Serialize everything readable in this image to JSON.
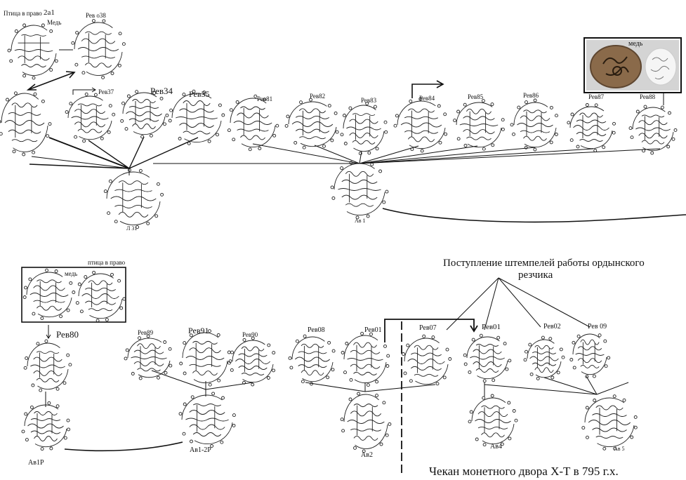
{
  "top_left": {
    "label_bird": "Птица в право",
    "label_2a1": "2а1",
    "label_copper": "Медь",
    "label_rev038": "Рев о38"
  },
  "top_reverses": {
    "rev37": "Рев37",
    "rev34": "Рев34",
    "rev35": "Рев35",
    "rev81": "Рев81",
    "rev82": "Рев82",
    "rev83": "Рев83",
    "rev84": "Рев84",
    "rev85": "Рев85",
    "rev86": "Рев86",
    "rev87": "Рев87",
    "rev88": "Рев88"
  },
  "top_obverses": {
    "l31": "Л 31",
    "av1": "Ав 1"
  },
  "photo_box": {
    "label_copper": "медь"
  },
  "bottom_left": {
    "label_bird": "птица в право",
    "label_copper": "медь",
    "rev80": "Рев80",
    "av1p": "Ав1Р"
  },
  "bottom_middle": {
    "rev89": "Рев89",
    "rev91": "Рев91",
    "rev90": "Рев90",
    "av1_2p": "Ав1-2Р"
  },
  "bottom_right": {
    "rev08": "Рев08",
    "rev01a": "Рев01",
    "av2": "Ав2",
    "rev07": "Рев07",
    "rev01b": "Рев01",
    "rev02": "Рев02",
    "rev09": "Рев 09",
    "av4": "Ав4",
    "av5": "Ав 5"
  },
  "annotations": {
    "arrival_line1": "Поступление штемпелей работы ордынского",
    "arrival_line2": "резчика",
    "mint_caption": "Чекан монетного двора Х-Т в 795 г.х."
  },
  "colors": {
    "ink": "#111111",
    "photo_bg": "#d9d9d9",
    "coin_copper": "#8a6a4a"
  }
}
